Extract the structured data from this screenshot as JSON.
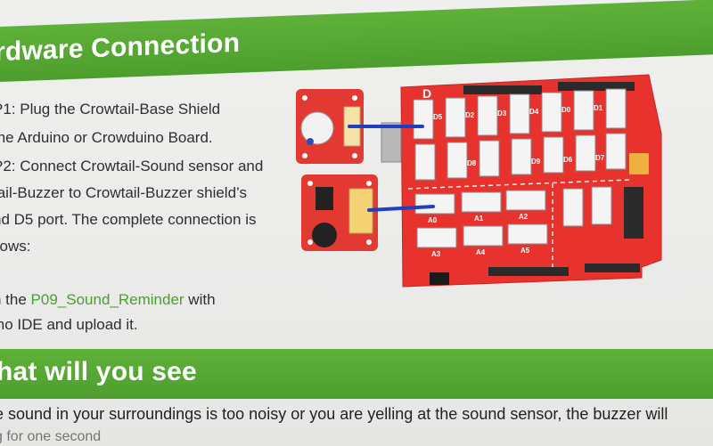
{
  "sections": [
    {
      "title": "rdware Connection"
    },
    {
      "title": "hat will you see"
    }
  ],
  "steps": [
    {
      "line1": "P1: Plug the Crowtail-Base Shield",
      "line2": "the Arduino or Crowduino Board."
    },
    {
      "line1": "P2: Connect Crowtail-Sound sensor and",
      "line2": "tail-Buzzer to Crowtail-Buzzer shield’s",
      "line3": "nd D5 port. The complete connection is",
      "line4": "llows:"
    },
    {
      "prefix": "n the ",
      "link": "P09_Sound_Reminder",
      "suffix": " with",
      "line2": "ino IDE and upload it."
    }
  ],
  "body_text": {
    "line1": "e sound in your surroundings is too noisy or you are yelling at the sound sensor, the buzzer will",
    "line2": "g for one second"
  },
  "board_labels": {
    "corner_letter": "D",
    "digital_ports": [
      "D5",
      "D2",
      "D3",
      "D4",
      "D0",
      "D1",
      "D8",
      "D9",
      "D6",
      "D7"
    ],
    "analog_ports": [
      "A0",
      "A1",
      "A2",
      "A3",
      "A4",
      "A5"
    ]
  },
  "colors": {
    "band_green": "#58a934",
    "board_red": "#e8322e",
    "wire_blue": "#1f3fbf",
    "link_green": "#4a9f2f"
  }
}
